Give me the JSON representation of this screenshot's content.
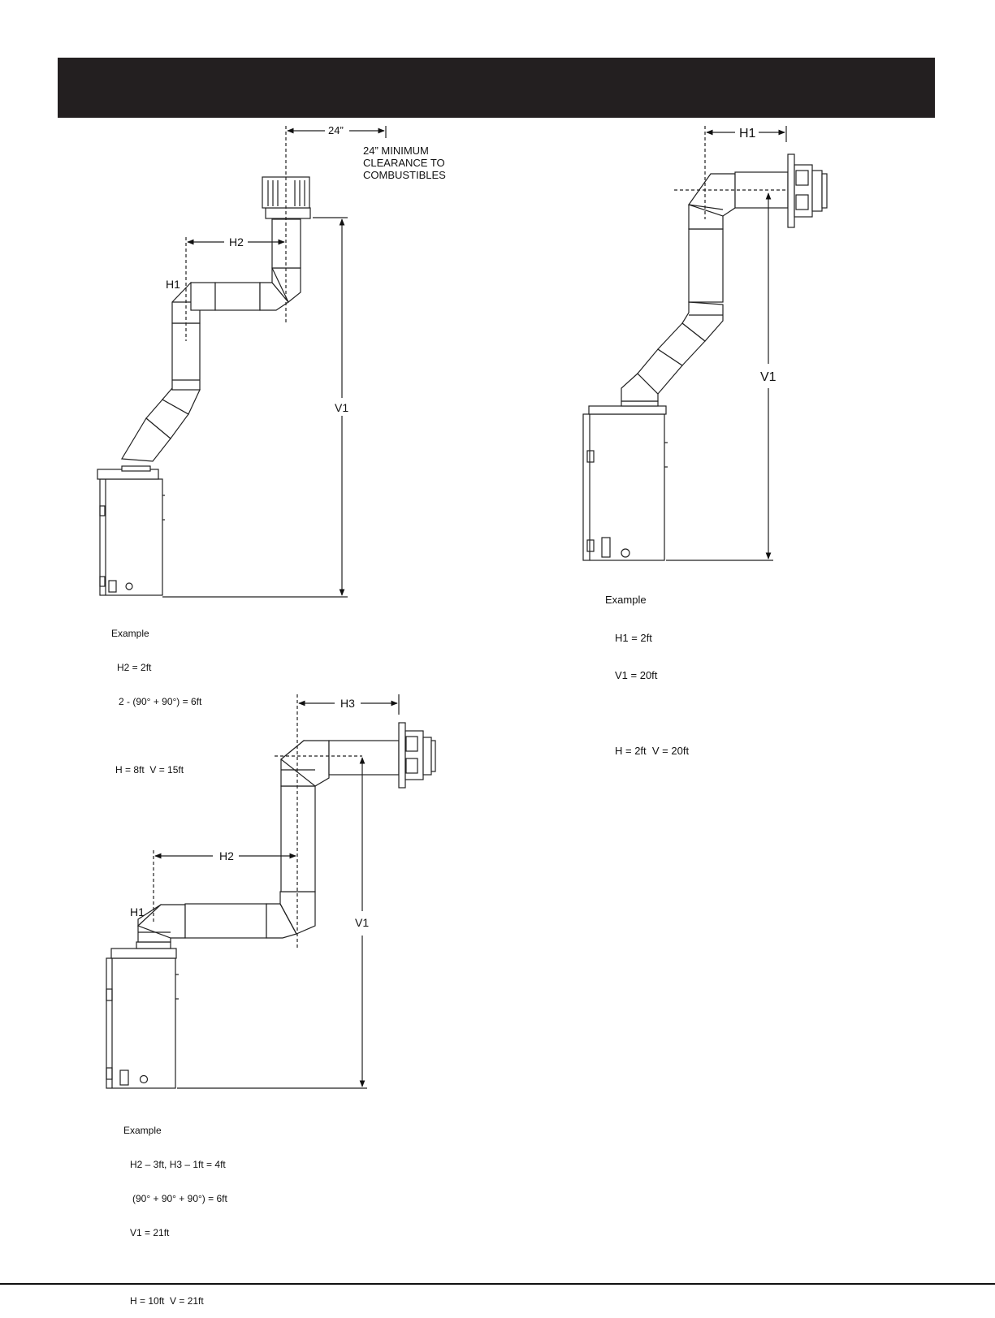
{
  "header": {
    "title": ""
  },
  "diagram_a": {
    "clearance_dim": "24”",
    "clearance_note": [
      "24” MINIMUM",
      "CLEARANCE TO",
      "COMBUSTIBLES"
    ],
    "labels": {
      "h1": "H1",
      "h2": "H2",
      "v1": "V1"
    },
    "example": {
      "title": "Example",
      "lines": [
        "H2 = 2ft",
        "2 - (90° + 90°) = 6ft",
        "",
        "H = 8ft  V = 15ft"
      ]
    }
  },
  "diagram_b": {
    "labels": {
      "h1": "H1",
      "v1": "V1"
    },
    "example": {
      "title": "Example",
      "lines": [
        "H1 = 2ft",
        "V1 = 20ft",
        "",
        "H = 2ft  V = 20ft"
      ]
    }
  },
  "diagram_c": {
    "labels": {
      "h1": "H1",
      "h2": "H2",
      "h3": "H3",
      "v1": "V1"
    },
    "example": {
      "title": "Example",
      "lines": [
        "H2 – 3ft, H3 – 1ft = 4ft",
        "(90° + 90° + 90°) = 6ft",
        "V1 = 21ft",
        "",
        "H = 10ft  V = 21ft"
      ]
    }
  }
}
